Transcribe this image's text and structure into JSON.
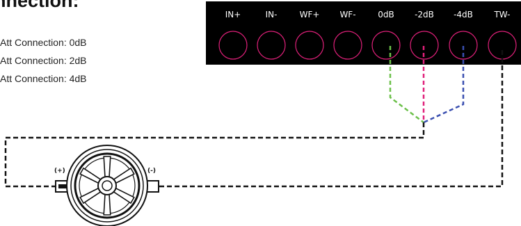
{
  "heading": "nnection:",
  "legend": [
    "Att Connection: 0dB",
    "Att Connection: 2dB",
    "Att Connection: 4dB"
  ],
  "terminal_block": {
    "labels": [
      "IN+",
      "IN-",
      "WF+",
      "WF-",
      "0dB",
      "-2dB",
      "-4dB",
      "TW-"
    ],
    "background": "#000000",
    "outline_color": "#e0207a",
    "label_color": "#ffffff"
  },
  "wire_colors": {
    "0dB": "#6cc04a",
    "-2dB": "#e0207a",
    "-4dB": "#3a4fb0",
    "main": "#111111"
  },
  "speaker": {
    "positive_label": "(+)",
    "negative_label": "(-)"
  }
}
